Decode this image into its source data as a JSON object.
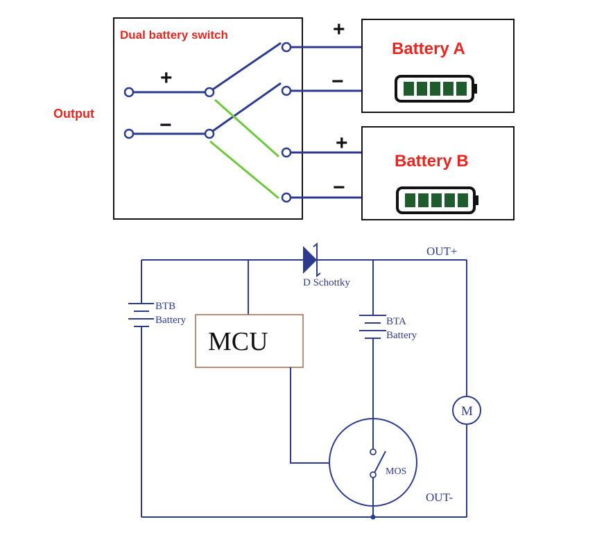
{
  "top": {
    "output_label": "Output",
    "switch_label": "Dual battery switch",
    "input_plus": "+",
    "input_minus": "−",
    "battery_a": {
      "label": "Battery A",
      "plus": "+",
      "minus": "−",
      "cells": 5
    },
    "battery_b": {
      "label": "Battery B",
      "plus": "+",
      "minus": "−",
      "cells": 5
    }
  },
  "bottom": {
    "out_plus": "OUT+",
    "out_minus": "OUT-",
    "diode_label": "D Schottky",
    "btb": {
      "name": "BTB",
      "type": "Battery"
    },
    "bta": {
      "name": "BTA",
      "type": "Battery"
    },
    "mcu_label": "MCU",
    "motor_label": "M",
    "mos_label": "MOS"
  },
  "colors": {
    "label_red": "#e8261f",
    "wire_blue": "#2b3a8f",
    "link_green": "#6cc83c",
    "mcu_border": "#a0684a",
    "battery_fill": "#1f5b2c"
  }
}
